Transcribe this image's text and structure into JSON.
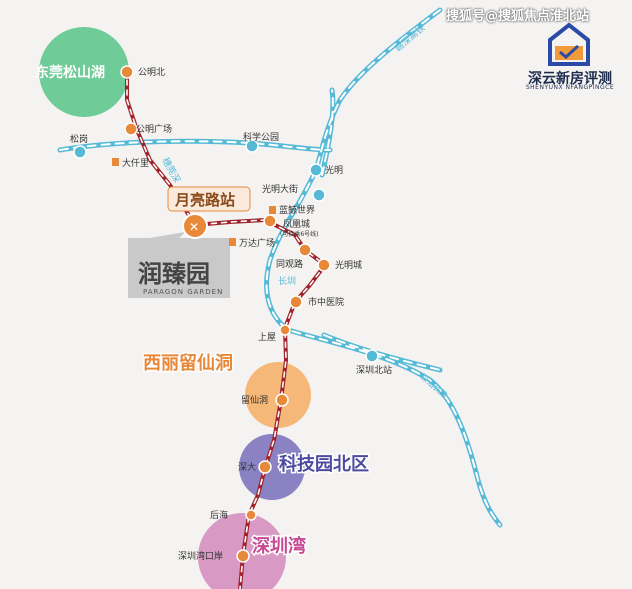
{
  "watermark": "搜狐号@搜狐焦点淮北站",
  "brand": {
    "name": "深云新房评测",
    "sub": "SHENYUNX NFANGPINGCE"
  },
  "zones": {
    "dongguan": "东莞松山湖",
    "xili": "西丽留仙洞",
    "kejiyuan": "科技园北区",
    "shenzhenwan": "深圳湾"
  },
  "featured_station": "月亮路站",
  "project": {
    "name": "润臻园",
    "en": "PARAGON GARDEN"
  },
  "stations": {
    "gongmingbei": "公明北",
    "gongmingguangchang": "公明广场",
    "songgang": "松岗",
    "dabanli": "大仟里",
    "kexuegongyuan": "科学公园",
    "guangming": "光明",
    "guangmingdajie": "光明大街",
    "lanjingshijie": "蓝鲸世界",
    "fenghuangcheng": "凤凰城",
    "fenghuang_note": "(可换乘6号线)",
    "wandaguangchang": "万达广场",
    "tongguanlu": "同观路",
    "guangmingcheng": "光明城",
    "changzhen": "长圳",
    "shizhongyiyuan": "市中医院",
    "shangwu": "上屋",
    "shenzhenbeizhan": "深圳北站",
    "liuxiandong": "留仙洞",
    "shenda": "深大",
    "houhai": "后海",
    "shenzhenwankouan": "深圳湾口岸"
  },
  "rail_labels": {
    "north": "赣深高铁",
    "airport": "穗莞深",
    "east": "深汕铁路"
  },
  "colors": {
    "line13": "#a0232c",
    "rail": "#56b9d6",
    "station": "#e8893a",
    "dongguan": "#6fcb97",
    "xili": "#f5b878",
    "kejiyuan": "#8a82c3",
    "shenzhenwan": "#d89ac4",
    "zone_text_xili": "#e8893a",
    "zone_text_kejiyuan": "#4c4ba0",
    "zone_text_sz": "#c64a92"
  }
}
